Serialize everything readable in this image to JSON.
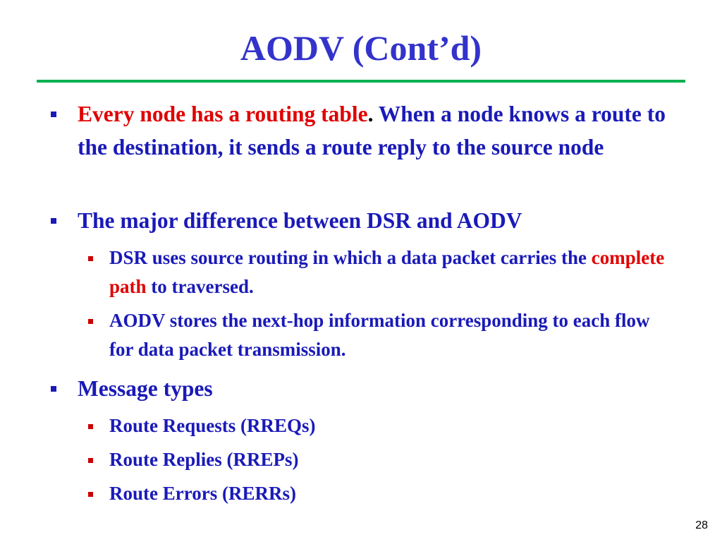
{
  "slide": {
    "title": "AODV (Cont’d)",
    "page_number": "28"
  },
  "bullets": {
    "b1": {
      "highlight": "Every node has a routing table",
      "period": ".",
      "rest": " When a node knows a route to the destination, it sends a route reply to the source node"
    },
    "b2": {
      "text": "The major difference between DSR and AODV"
    },
    "b2_1": {
      "pre": "DSR uses source routing in which a data packet carries the ",
      "highlight": "complete path",
      "post": " to traversed."
    },
    "b2_2": {
      "text": "AODV stores the next-hop information corresponding to each flow for data packet transmission."
    },
    "b3": {
      "text": "Message types"
    },
    "b3_1": {
      "text": "Route Requests (RREQs)"
    },
    "b3_2": {
      "text": "Route Replies (RREPs)"
    },
    "b3_3": {
      "text": "Route Errors (RERRs)"
    }
  },
  "colors": {
    "title": "#3333cc",
    "body_text": "#1a1ab8",
    "highlight": "#e00000",
    "rule": "#00b050",
    "sub_bullet": "#cc0000"
  }
}
